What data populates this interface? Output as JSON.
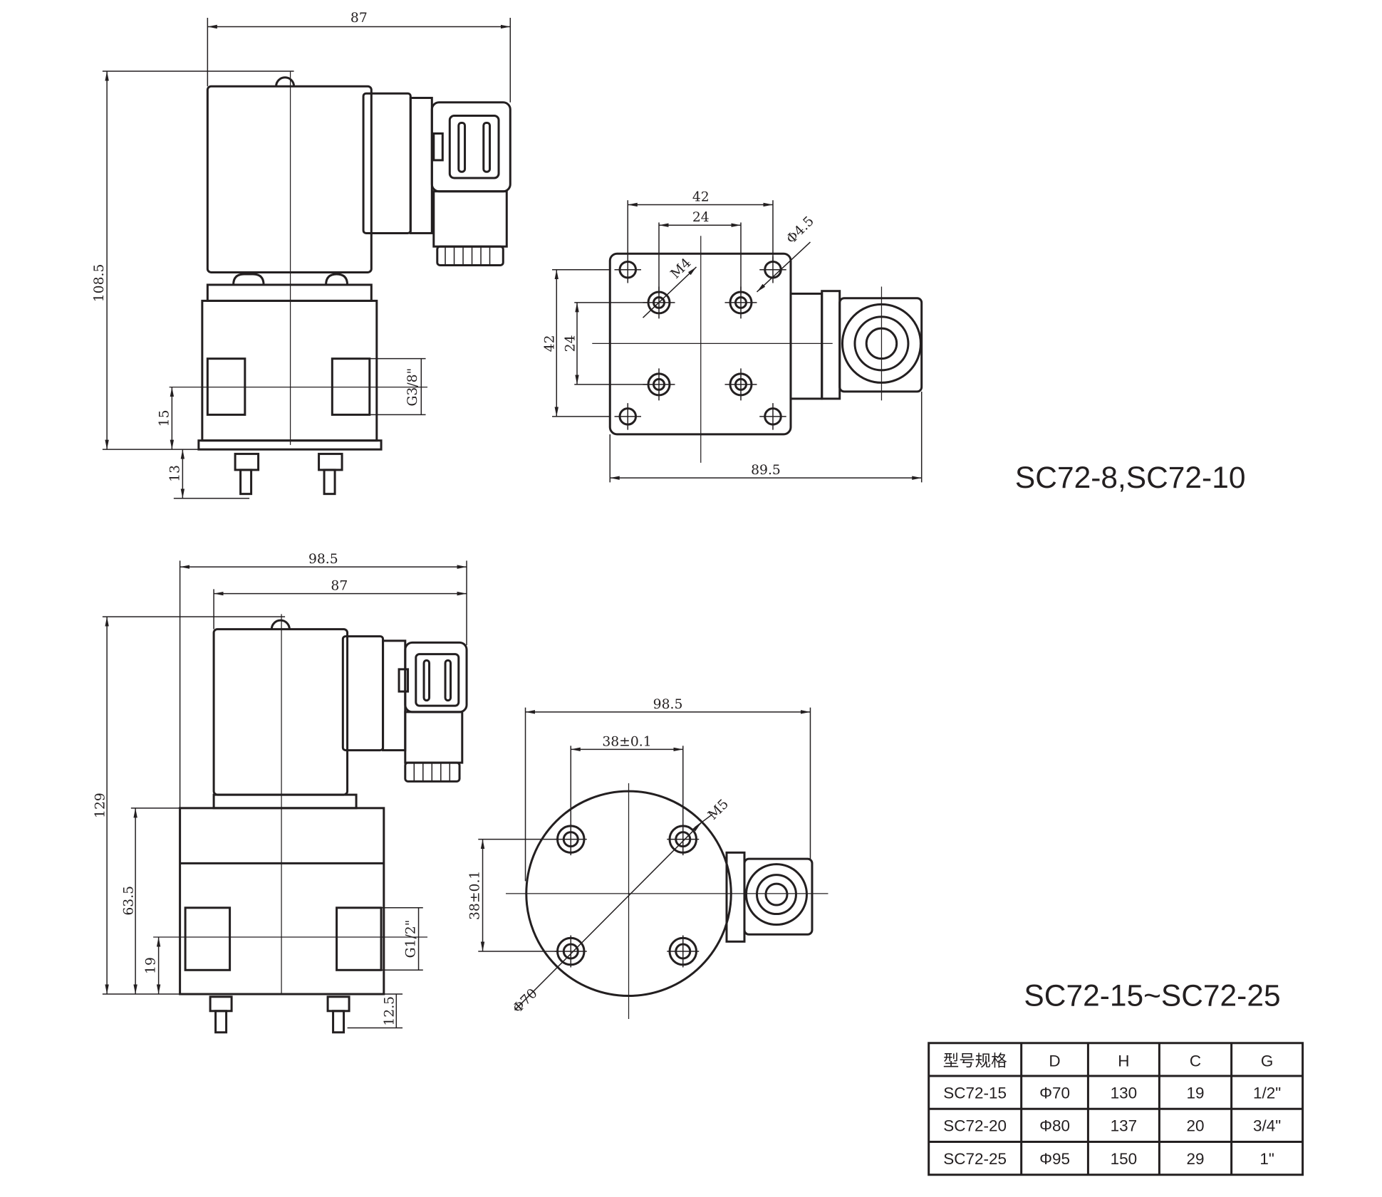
{
  "top_view": {
    "title": "SC72-8,SC72-10",
    "side_dims": {
      "width": "87",
      "height": "108.5",
      "port_center": "15",
      "stud": "13",
      "thread": "G3/8\""
    },
    "plan_dims": {
      "outer_h": "42",
      "inner_h": "24",
      "outer_v": "42",
      "inner_v": "24",
      "hole": "Φ4.5",
      "stud_thread": "M4",
      "total": "89.5"
    }
  },
  "bottom_view": {
    "title": "SC72-15~SC72-25",
    "side_dims": {
      "overall_width": "98.5",
      "width": "87",
      "height": "129",
      "body_height": "63.5",
      "port_center": "19",
      "stud": "12.5",
      "thread": "G1/2\""
    },
    "plan_dims": {
      "total": "98.5",
      "stud_h": "38±0.1",
      "stud_v": "38±0.1",
      "diameter": "Φ70",
      "stud_thread": "M5"
    }
  },
  "spec_table": {
    "headers": [
      "型号规格",
      "D",
      "H",
      "C",
      "G"
    ],
    "rows": [
      [
        "SC72-15",
        "Φ70",
        "130",
        "19",
        "1/2\""
      ],
      [
        "SC72-20",
        "Φ80",
        "137",
        "20",
        "3/4\""
      ],
      [
        "SC72-25",
        "Φ95",
        "150",
        "29",
        "1\""
      ]
    ]
  }
}
